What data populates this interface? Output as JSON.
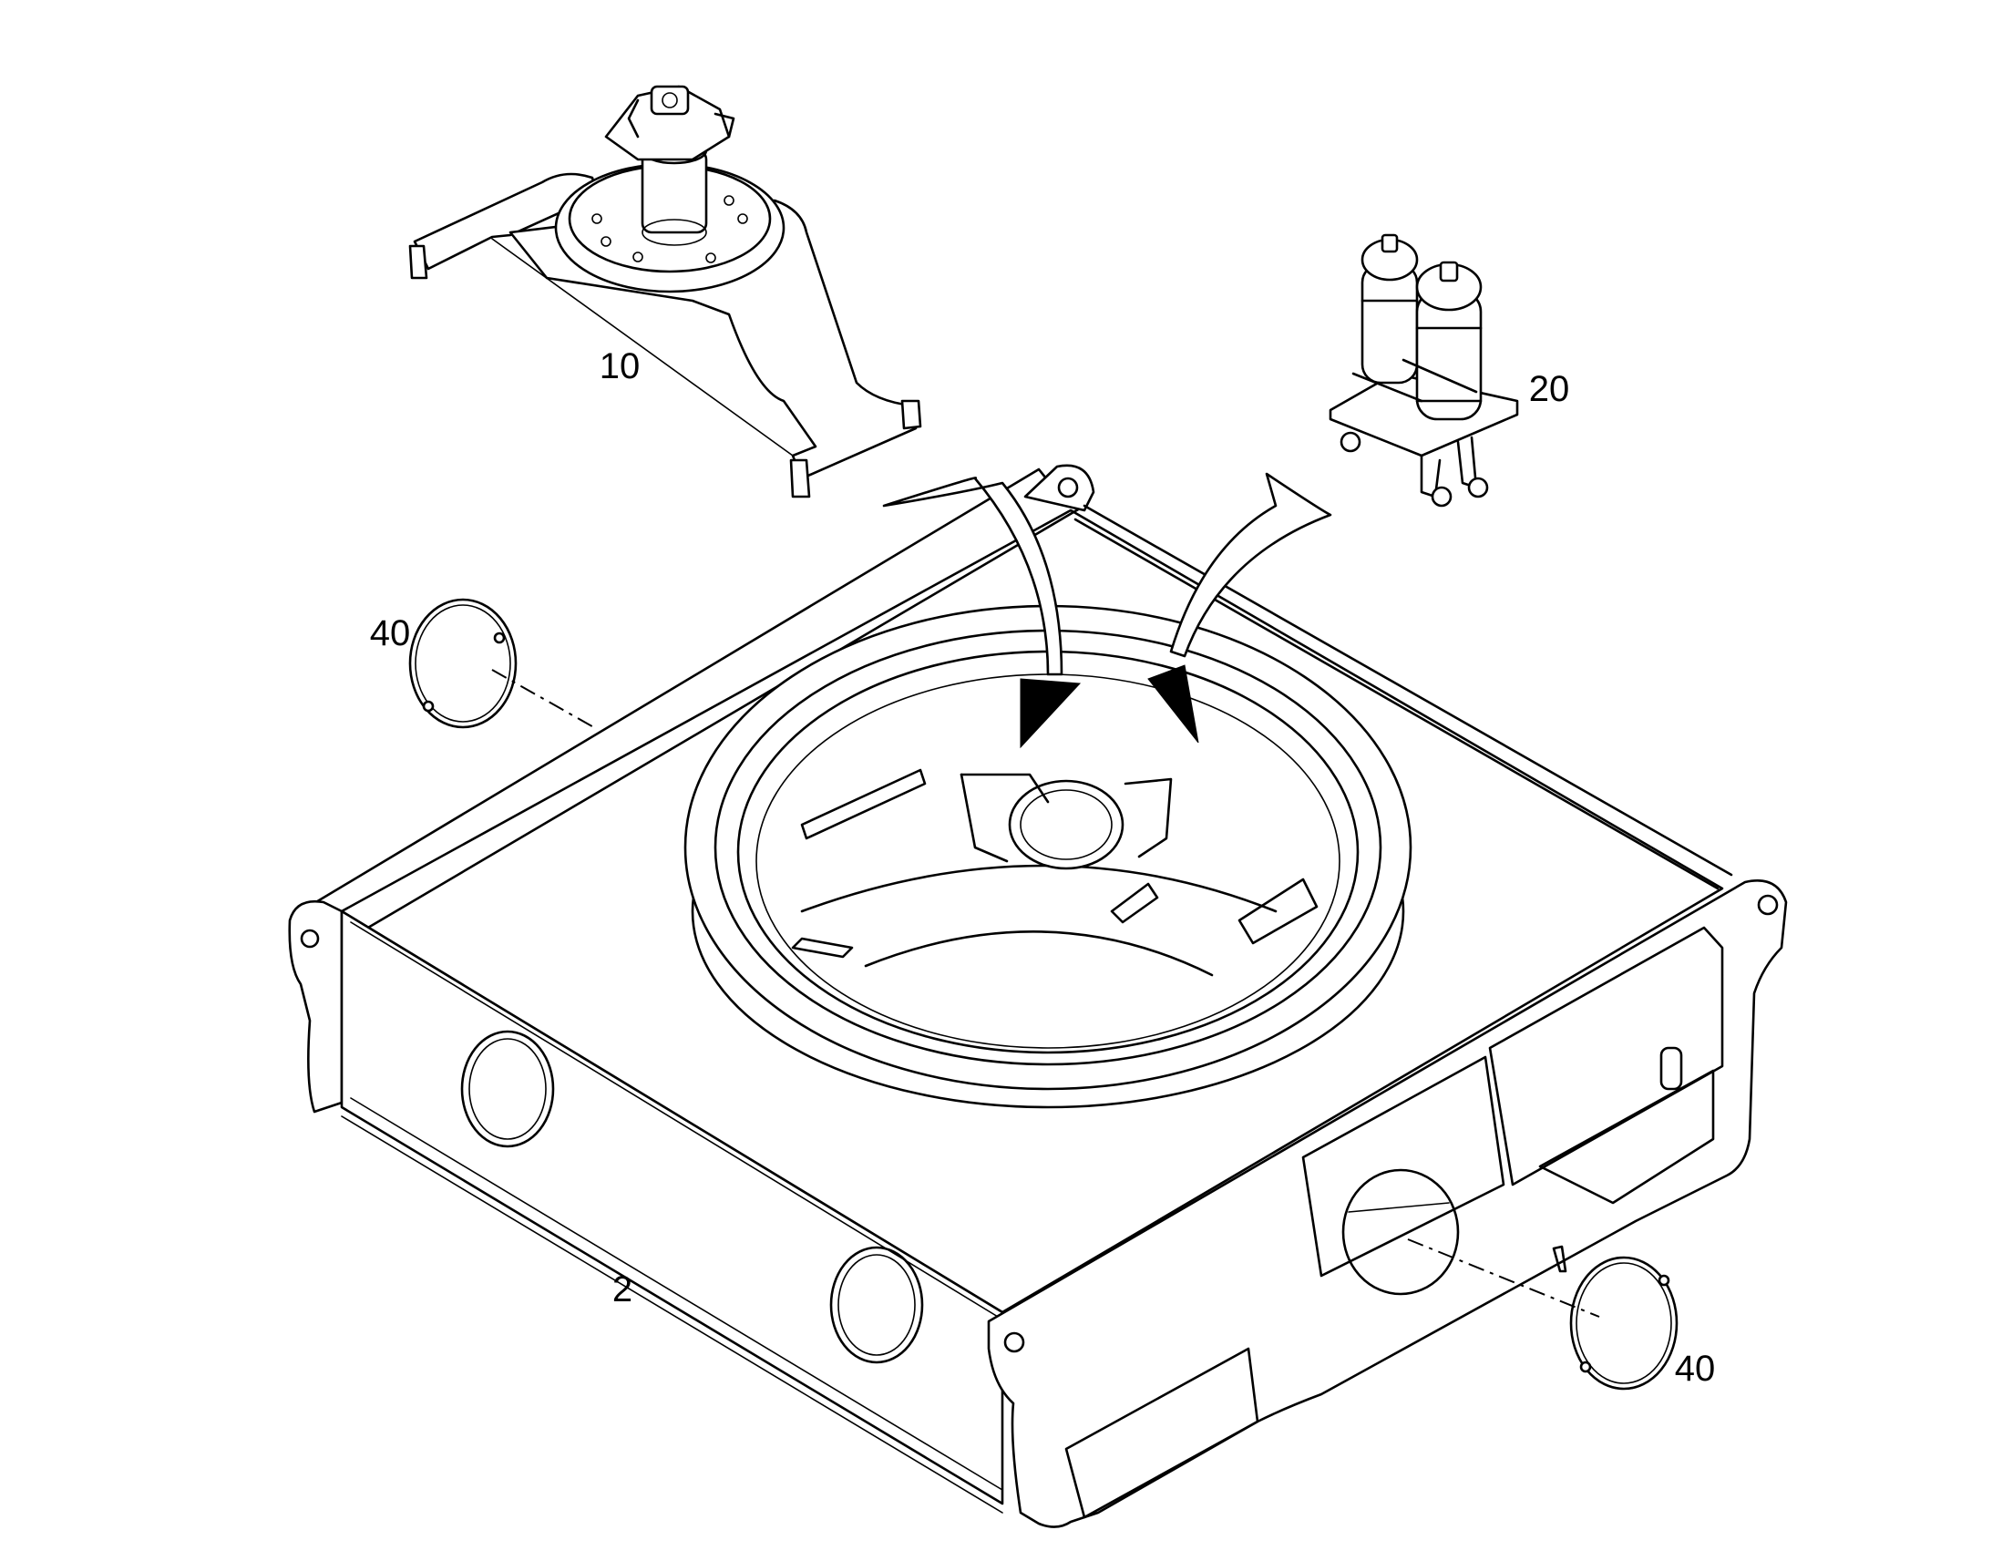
{
  "diagram": {
    "callouts": [
      {
        "id": "callout-10",
        "label": "10"
      },
      {
        "id": "callout-20",
        "label": "20"
      },
      {
        "id": "callout-40-left",
        "label": "40"
      },
      {
        "id": "callout-40-right",
        "label": "40"
      },
      {
        "id": "callout-2",
        "label": "2"
      }
    ],
    "line_color": "#000000",
    "background_color": "#ffffff"
  }
}
